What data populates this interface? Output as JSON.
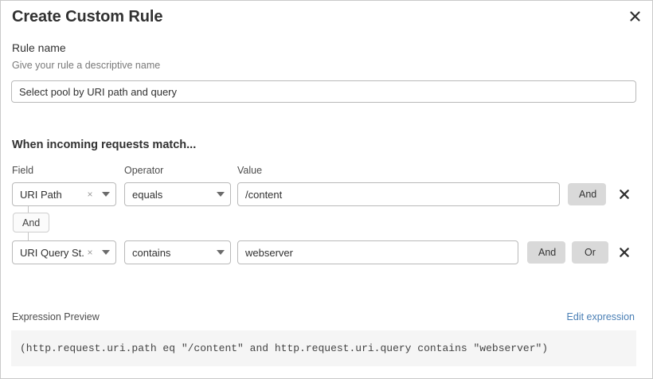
{
  "dialog": {
    "title": "Create Custom Rule",
    "close_icon": "close-icon"
  },
  "rule_name": {
    "label": "Rule name",
    "hint": "Give your rule a descriptive name",
    "value": "Select pool by URI path and query",
    "placeholder": ""
  },
  "conditions": {
    "heading": "When incoming requests match...",
    "columns": {
      "field": "Field",
      "operator": "Operator",
      "value": "Value"
    },
    "connector": {
      "label": "And"
    },
    "rows": [
      {
        "field": "URI Path",
        "operator": "equals",
        "value": "/content",
        "clear_glyph": "×",
        "buttons": {
          "and": "And",
          "or": null,
          "delete_icon": "close-icon"
        }
      },
      {
        "field": "URI Query St...",
        "operator": "contains",
        "value": "webserver",
        "clear_glyph": "×",
        "buttons": {
          "and": "And",
          "or": "Or",
          "delete_icon": "close-icon"
        }
      }
    ]
  },
  "expression_preview": {
    "label": "Expression Preview",
    "edit_link": "Edit expression",
    "code": "(http.request.uri.path eq \"/content\" and http.request.uri.query contains \"webserver\")"
  },
  "colors": {
    "link": "#4a7fb5",
    "button_gray": "#d9d9d9",
    "code_bg": "#f5f5f5",
    "border": "#b9b9b9"
  }
}
